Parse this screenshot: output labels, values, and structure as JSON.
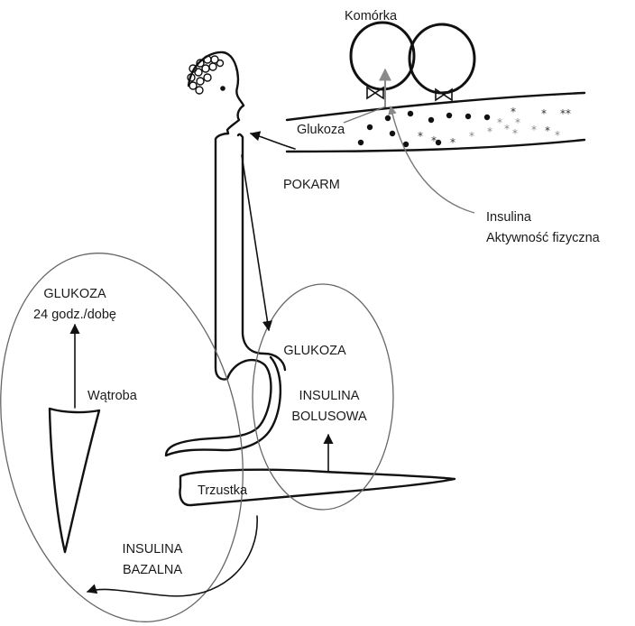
{
  "labels": {
    "komorka": "Komórka",
    "glukoza_vessel": "Glukoza",
    "insulina": "Insulina",
    "aktywnosc": "Aktywność fizyczna",
    "pokarm": "POKARM",
    "glukoza_liver_1": "GLUKOZA",
    "glukoza_liver_2": "24 godz./dobę",
    "watroba": "Wątroba",
    "glukoza_bolus": "GLUKOZA",
    "insulina_bolus_1": "INSULINA",
    "insulina_bolus_2": "BOLUSOWA",
    "trzustka": "Trzustka",
    "insulina_basal_1": "INSULINA",
    "insulina_basal_2": "BAZALNA"
  },
  "colors": {
    "ink": "#111111",
    "gray_line": "#777777",
    "gray_arrow": "#8a8a8a",
    "gray_star": "#888888"
  }
}
